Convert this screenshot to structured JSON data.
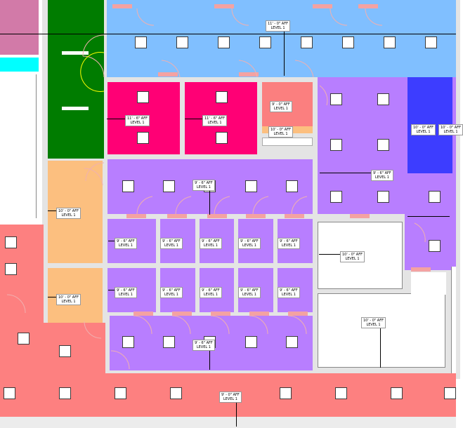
{
  "colors": {
    "blue": "#80bfff",
    "purple": "#b87eff",
    "salmon": "#fb7f7f",
    "magenta": "#ff0075",
    "green": "#007c00",
    "orange": "#fcbf7f",
    "lightsalmon": "#fd8080",
    "darkblue": "#3d3dff",
    "cyan": "#00ffff",
    "mauve": "#d27aa8",
    "wall": "#e4e4e4"
  },
  "labels": {
    "l_top": "11' - 0\" AFF\nLEVEL 1",
    "l_mag1": "11' - 6\" AFF\nLEVEL 1",
    "l_mag2": "11' - 6\" AFF\nLEVEL 1",
    "l_small": "9' - 0\" AFF\nLEVEL 1",
    "l_small2": "10' - 0\" AFF\nLEVEL 1",
    "l_darkblue": "10' - 0\" AFF\nLEVEL 1",
    "l_darkblue2": "10' - 0\" AFF\nLEVEL 1",
    "l_rpurple": "9' - 6\" AFF\nLEVEL 1",
    "l_open1": "9' - 6\" AFF\nLEVEL 1",
    "l_orange1": "10' - 0\" AFF\nLEVEL 1",
    "l_o1": "9' - 6\" AFF\nLEVEL 1",
    "l_o2": "9' - 6\" AFF\nLEVEL 1",
    "l_o3": "9' - 6\" AFF\nLEVEL 1",
    "l_o4": "9' - 6\" AFF\nLEVEL 1",
    "l_o5": "9' - 6\" AFF\nLEVEL 1",
    "l_white1": "10' - 0\" AFF\nLEVEL 1",
    "l_orange2": "10' - 0\" AFF\nLEVEL 1",
    "l_p1": "9' - 6\" AFF\nLEVEL 1",
    "l_p2": "9' - 6\" AFF\nLEVEL 1",
    "l_p3": "9' - 6\" AFF\nLEVEL 1",
    "l_p4": "9' - 6\" AFF\nLEVEL 1",
    "l_p5": "9' - 6\" AFF\nLEVEL 1",
    "l_white2": "10' - 0\" AFF\nLEVEL 1",
    "l_open2": "9' - 6\" AFF\nLEVEL 1",
    "l_corr": "9' - 0\" AFF\nLEVEL 1"
  }
}
